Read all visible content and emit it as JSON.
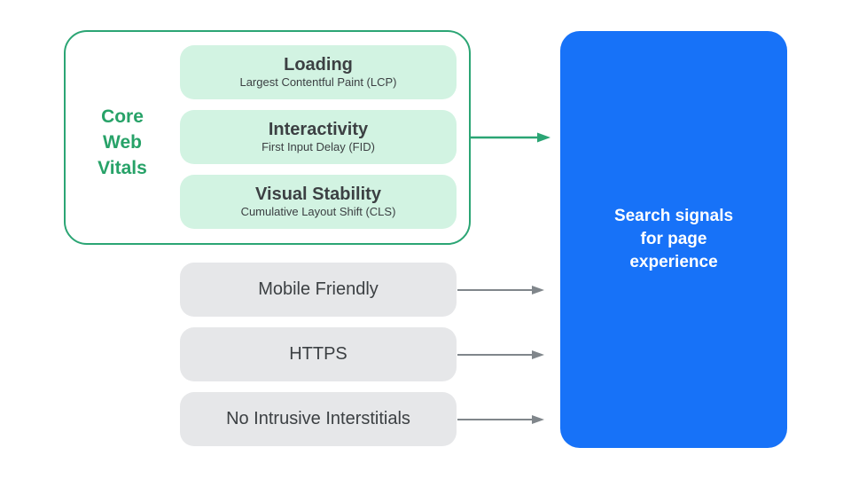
{
  "diagram": {
    "title": "Search signals for page experience diagram",
    "core_web_vitals": {
      "label": "Core Web Vitals",
      "label_lines": [
        "Core",
        "Web",
        "Vitals"
      ],
      "items": [
        {
          "title": "Loading",
          "subtitle": "Largest Contentful Paint (LCP)"
        },
        {
          "title": "Interactivity",
          "subtitle": "First Input Delay (FID)"
        },
        {
          "title": "Visual Stability",
          "subtitle": "Cumulative Layout Shift (CLS)"
        }
      ]
    },
    "other_signals": [
      {
        "label": "Mobile Friendly"
      },
      {
        "label": "HTTPS"
      },
      {
        "label": "No Intrusive Interstitials"
      }
    ],
    "result": {
      "label": "Search signals for page experience",
      "label_lines": [
        "Search signals",
        "for page",
        "experience"
      ]
    },
    "colors": {
      "green_accent": "#27a268",
      "green_border": "#2ba574",
      "mint_fill": "#d2f3e2",
      "gray_fill": "#e6e7e9",
      "blue_fill": "#1772f8",
      "dark_text": "#3c4043",
      "arrow_gray": "#80868b",
      "white_text": "#ffffff"
    }
  }
}
